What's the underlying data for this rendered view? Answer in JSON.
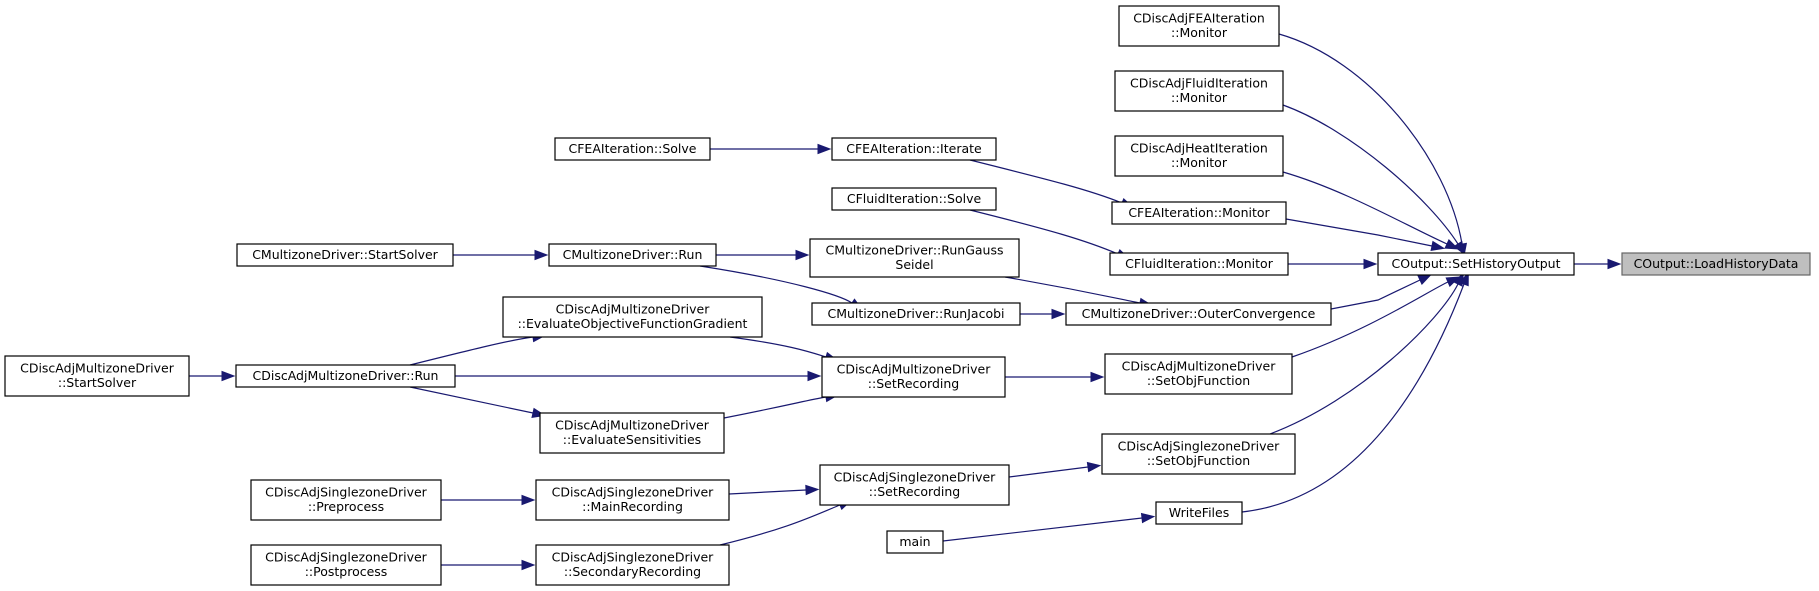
{
  "diagram": {
    "colors": {
      "edge": "#191970",
      "root_fill": "#bfbfbf",
      "node_border": "#000000",
      "background": "#ffffff"
    },
    "nodes": [
      {
        "id": "load_history_data",
        "lines": [
          "COutput::LoadHistoryData"
        ],
        "root": true
      },
      {
        "id": "set_history_output",
        "lines": [
          "COutput::SetHistoryOutput"
        ]
      },
      {
        "id": "disc_adj_fea_monitor",
        "lines": [
          "CDiscAdjFEAIteration",
          "::Monitor"
        ]
      },
      {
        "id": "disc_adj_fluid_monitor",
        "lines": [
          "CDiscAdjFluidIteration",
          "::Monitor"
        ]
      },
      {
        "id": "disc_adj_heat_monitor",
        "lines": [
          "CDiscAdjHeatIteration",
          "::Monitor"
        ]
      },
      {
        "id": "fea_monitor",
        "lines": [
          "CFEAIteration::Monitor"
        ]
      },
      {
        "id": "fluid_monitor",
        "lines": [
          "CFluidIteration::Monitor"
        ]
      },
      {
        "id": "outer_convergence",
        "lines": [
          "CMultizoneDriver::OuterConvergence"
        ]
      },
      {
        "id": "da_mz_set_obj",
        "lines": [
          "CDiscAdjMultizoneDriver",
          "::SetObjFunction"
        ]
      },
      {
        "id": "da_sz_set_obj",
        "lines": [
          "CDiscAdjSinglezoneDriver",
          "::SetObjFunction"
        ]
      },
      {
        "id": "write_files",
        "lines": [
          "WriteFiles"
        ]
      },
      {
        "id": "fea_iterate",
        "lines": [
          "CFEAIteration::Iterate"
        ]
      },
      {
        "id": "fea_solve",
        "lines": [
          "CFEAIteration::Solve"
        ]
      },
      {
        "id": "fluid_solve",
        "lines": [
          "CFluidIteration::Solve"
        ]
      },
      {
        "id": "mz_run_gauss_seidel",
        "lines": [
          "CMultizoneDriver::RunGauss",
          "Seidel"
        ]
      },
      {
        "id": "mz_run_jacobi",
        "lines": [
          "CMultizoneDriver::RunJacobi"
        ]
      },
      {
        "id": "mz_run",
        "lines": [
          "CMultizoneDriver::Run"
        ]
      },
      {
        "id": "mz_start_solver",
        "lines": [
          "CMultizoneDriver::StartSolver"
        ]
      },
      {
        "id": "da_mz_set_recording",
        "lines": [
          "CDiscAdjMultizoneDriver",
          "::SetRecording"
        ]
      },
      {
        "id": "da_mz_eval_obj_grad",
        "lines": [
          "CDiscAdjMultizoneDriver",
          "::EvaluateObjectiveFunctionGradient"
        ]
      },
      {
        "id": "da_mz_eval_sens",
        "lines": [
          "CDiscAdjMultizoneDriver",
          "::EvaluateSensitivities"
        ]
      },
      {
        "id": "da_mz_run",
        "lines": [
          "CDiscAdjMultizoneDriver::Run"
        ]
      },
      {
        "id": "da_mz_start_solver",
        "lines": [
          "CDiscAdjMultizoneDriver",
          "::StartSolver"
        ]
      },
      {
        "id": "da_sz_set_recording",
        "lines": [
          "CDiscAdjSinglezoneDriver",
          "::SetRecording"
        ]
      },
      {
        "id": "da_sz_main_recording",
        "lines": [
          "CDiscAdjSinglezoneDriver",
          "::MainRecording"
        ]
      },
      {
        "id": "da_sz_secondary_recording",
        "lines": [
          "CDiscAdjSinglezoneDriver",
          "::SecondaryRecording"
        ]
      },
      {
        "id": "da_sz_preprocess",
        "lines": [
          "CDiscAdjSinglezoneDriver",
          "::Preprocess"
        ]
      },
      {
        "id": "da_sz_postprocess",
        "lines": [
          "CDiscAdjSinglezoneDriver",
          "::Postprocess"
        ]
      },
      {
        "id": "main",
        "lines": [
          "main"
        ]
      }
    ],
    "edges": [
      {
        "from": "set_history_output",
        "to": "load_history_data"
      },
      {
        "from": "disc_adj_fea_monitor",
        "to": "set_history_output"
      },
      {
        "from": "disc_adj_fluid_monitor",
        "to": "set_history_output"
      },
      {
        "from": "disc_adj_heat_monitor",
        "to": "set_history_output"
      },
      {
        "from": "fea_monitor",
        "to": "set_history_output"
      },
      {
        "from": "fluid_monitor",
        "to": "set_history_output"
      },
      {
        "from": "outer_convergence",
        "to": "set_history_output"
      },
      {
        "from": "da_mz_set_obj",
        "to": "set_history_output"
      },
      {
        "from": "da_sz_set_obj",
        "to": "set_history_output"
      },
      {
        "from": "write_files",
        "to": "set_history_output"
      },
      {
        "from": "fea_iterate",
        "to": "fea_monitor"
      },
      {
        "from": "fea_solve",
        "to": "fea_iterate"
      },
      {
        "from": "fluid_solve",
        "to": "fluid_monitor"
      },
      {
        "from": "mz_run_gauss_seidel",
        "to": "outer_convergence"
      },
      {
        "from": "mz_run_jacobi",
        "to": "outer_convergence"
      },
      {
        "from": "mz_run",
        "to": "mz_run_gauss_seidel"
      },
      {
        "from": "mz_run",
        "to": "mz_run_jacobi"
      },
      {
        "from": "mz_start_solver",
        "to": "mz_run"
      },
      {
        "from": "da_mz_set_recording",
        "to": "da_mz_set_obj"
      },
      {
        "from": "da_mz_eval_obj_grad",
        "to": "da_mz_set_recording"
      },
      {
        "from": "da_mz_run",
        "to": "da_mz_set_recording"
      },
      {
        "from": "da_mz_eval_sens",
        "to": "da_mz_set_recording"
      },
      {
        "from": "da_mz_run",
        "to": "da_mz_eval_obj_grad"
      },
      {
        "from": "da_mz_run",
        "to": "da_mz_eval_sens"
      },
      {
        "from": "da_mz_start_solver",
        "to": "da_mz_run"
      },
      {
        "from": "da_sz_set_recording",
        "to": "da_sz_set_obj"
      },
      {
        "from": "da_sz_main_recording",
        "to": "da_sz_set_recording"
      },
      {
        "from": "da_sz_secondary_recording",
        "to": "da_sz_set_recording"
      },
      {
        "from": "da_sz_preprocess",
        "to": "da_sz_main_recording"
      },
      {
        "from": "da_sz_postprocess",
        "to": "da_sz_secondary_recording"
      },
      {
        "from": "main",
        "to": "write_files"
      }
    ]
  }
}
